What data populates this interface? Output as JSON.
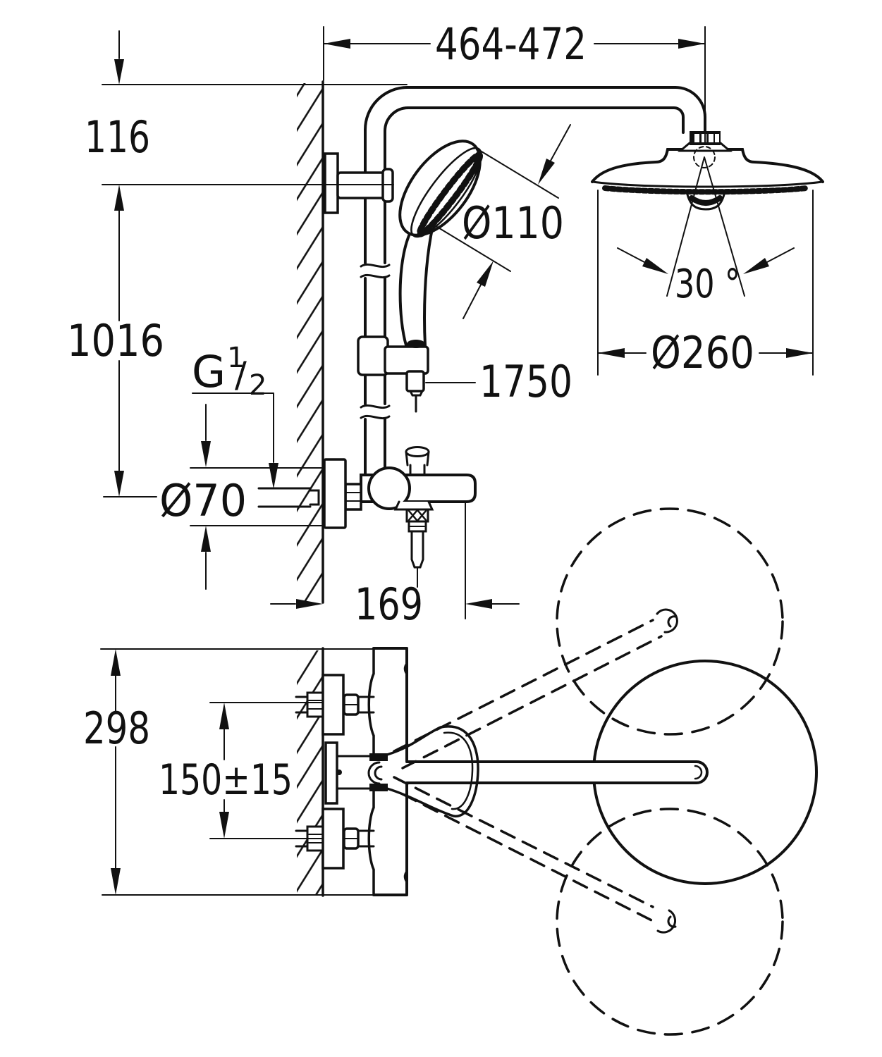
{
  "title": "Shower system installation drawing",
  "colors": {
    "ink": "#111111",
    "background": "#ffffff"
  },
  "side_view": {
    "dim_width_range": "464-472",
    "dim_arm_drop": "116",
    "dim_riser_height": "1016",
    "thread": {
      "prefix": "G",
      "numerator": "1",
      "slash": "/",
      "denominator": "2"
    },
    "dim_wall_escutcheon": "Ø70",
    "dim_hand_shower": "Ø110",
    "dim_hose_length": "1750",
    "dim_head_angle": "30 °",
    "dim_head_diameter": "Ø260",
    "dim_spout_reach": "169"
  },
  "top_view": {
    "dim_overall_height": "298",
    "dim_connection_spacing": "150±15"
  }
}
